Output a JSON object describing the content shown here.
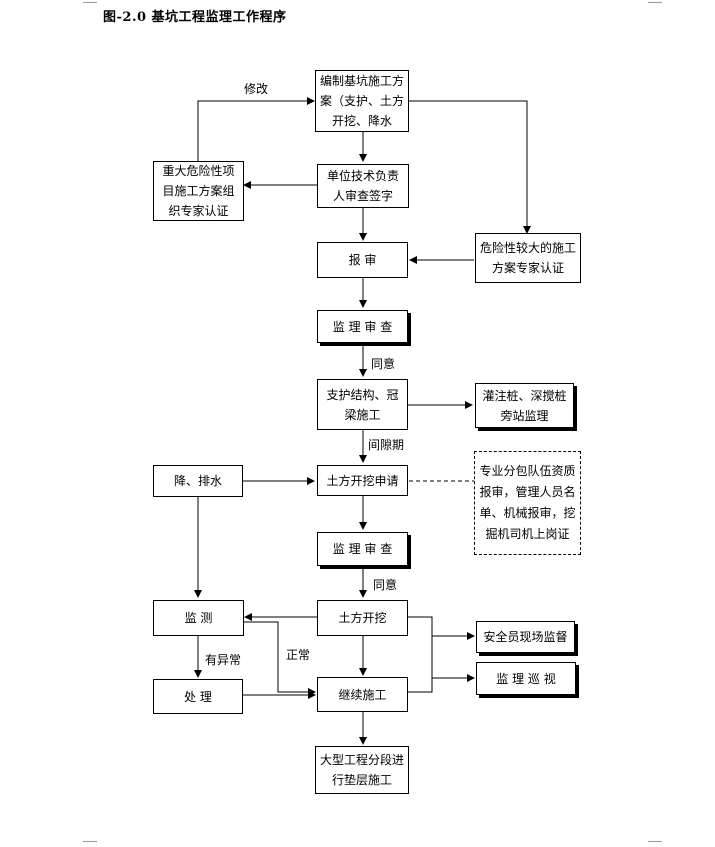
{
  "title": "图-2.0  基坑工程监理工作程序",
  "nodes": {
    "compile": "编制基坑施工方案（支护、土方开挖、降水",
    "expert_major": "重大危险性项目施工方案组织专家认证",
    "sign": "单位技术负责人审查签字",
    "submit": "报  审",
    "expert_larger": "危险性较大的施工方案专家认证",
    "review1": "监 理 审 查",
    "support": "支护结构、冠梁施工",
    "pile": "灌注桩、深搅桩旁站监理",
    "dewater": "降、排水",
    "excav_apply": "土方开挖申请",
    "sub_check": "专业分包队伍资质报审，管理人员名单、机械报审，挖掘机司机上岗证",
    "review2": "监 理 审 查",
    "monitor": "监  测",
    "excavate": "土方开挖",
    "safety": "安全员现场监督",
    "patrol": "监 理 巡 视",
    "handle": "处  理",
    "continue": "继续施工",
    "cushion": "大型工程分段进行垫层施工"
  },
  "edge_labels": {
    "modify": "修改",
    "agree1": "同意",
    "interval": "间隙期",
    "agree2": "同意",
    "abnormal": "有异常",
    "normal": "正常"
  }
}
